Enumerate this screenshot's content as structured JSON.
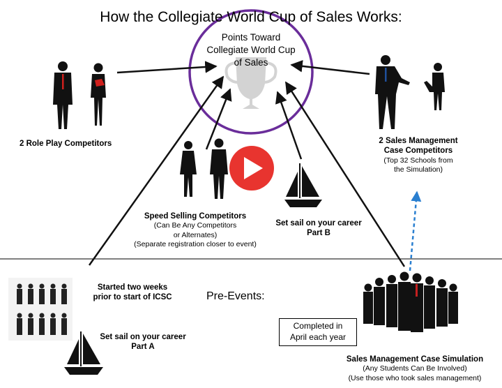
{
  "title": "How the Collegiate World Cup of Sales Works:",
  "center": {
    "line1": "Points Toward",
    "line2": "Collegiate World Cup",
    "line3": "of Sales",
    "circle_color": "#6a2d9a"
  },
  "role_play": {
    "label": "2 Role Play Competitors"
  },
  "sales_mgmt_case": {
    "line1": "2 Sales Management",
    "line2": "Case Competitors",
    "sub1": "(Top 32 Schools from",
    "sub2": "the Simulation)"
  },
  "speed_selling": {
    "label": "Speed Selling Competitors",
    "sub1": "(Can Be Any Competitors",
    "sub2": "or Alternates)",
    "sub3": "(Separate registration closer to event)"
  },
  "sail_b": {
    "line1": "Set sail on your career",
    "line2": "Part B"
  },
  "pre_events": {
    "label": "Pre-Events:"
  },
  "started": {
    "line1": "Started two weeks",
    "line2": "prior to start of ICSC"
  },
  "sail_a": {
    "line1": "Set sail on your career",
    "line2": "Part A"
  },
  "completed": {
    "line1": "Completed in",
    "line2": "April each year"
  },
  "simulation": {
    "label": "Sales Management Case Simulation",
    "sub1": "(Any Students Can Be Involved)",
    "sub2": "(Use those who took sales management)"
  },
  "colors": {
    "arrow": "#111111",
    "dashed_arrow": "#2a7fd0",
    "play_button": "#e8342f",
    "trophy": "#c9c9c9"
  }
}
